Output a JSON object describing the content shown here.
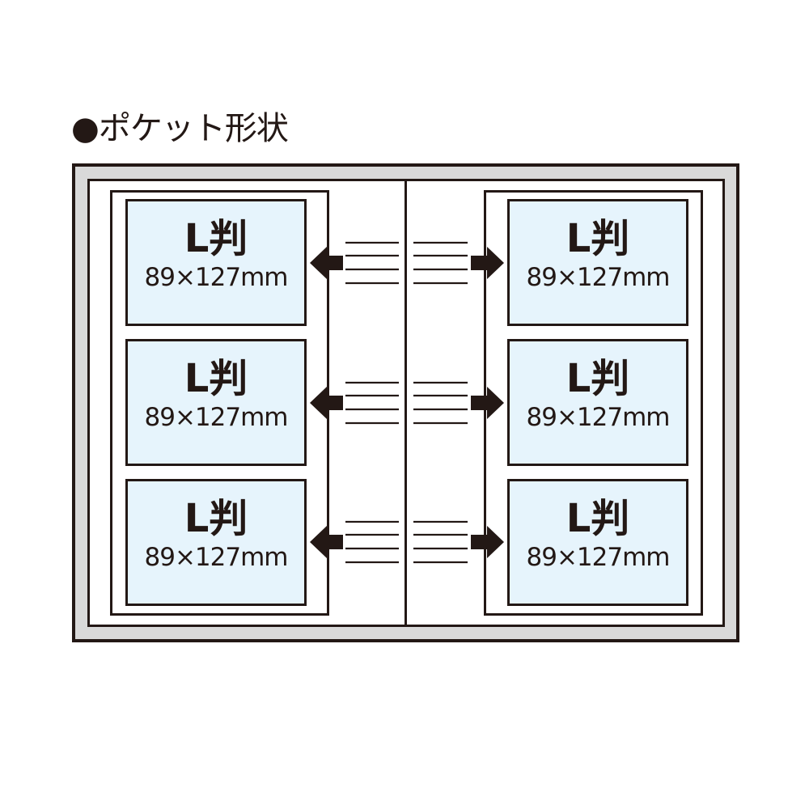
{
  "title": "●ポケット形状",
  "colors": {
    "line": "#231815",
    "frame": "#d9d9d9",
    "pocket": "#e6f4fc"
  },
  "left_pockets": [
    {
      "size": "L判",
      "dims": "89×127mm"
    },
    {
      "size": "L判",
      "dims": "89×127mm"
    },
    {
      "size": "L判",
      "dims": "89×127mm"
    }
  ],
  "right_pockets": [
    {
      "size": "L判",
      "dims": "89×127mm"
    },
    {
      "size": "L判",
      "dims": "89×127mm"
    },
    {
      "size": "L判",
      "dims": "89×127mm"
    }
  ]
}
